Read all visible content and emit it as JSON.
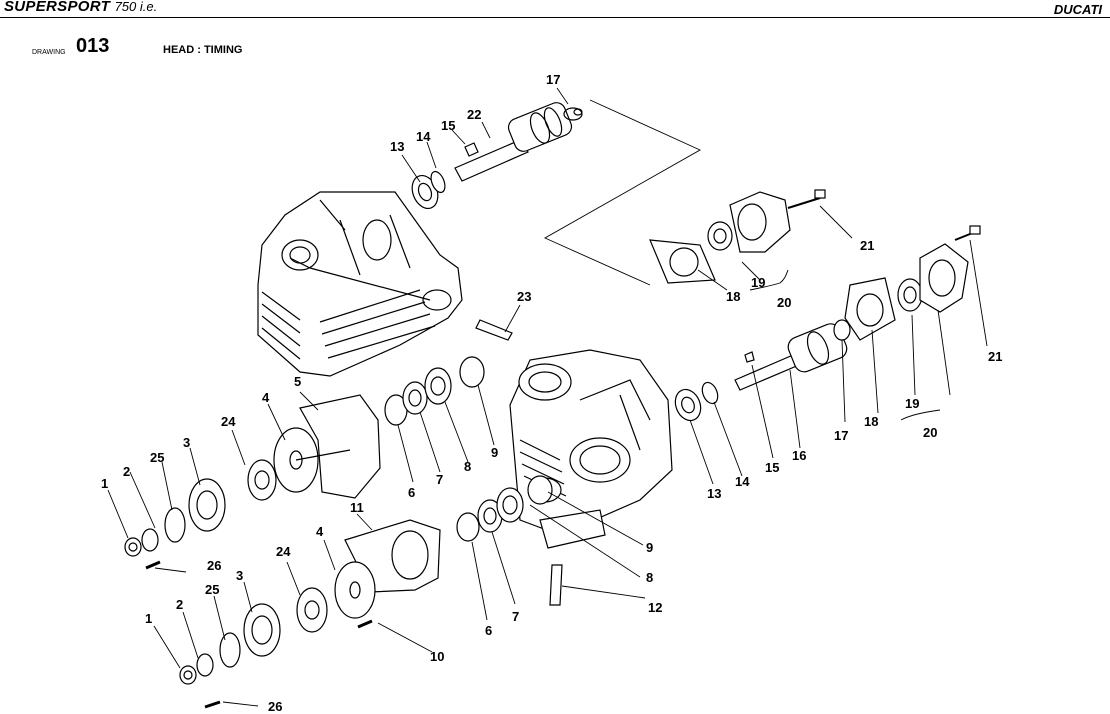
{
  "header": {
    "model": "SUPERSPORT",
    "model_suffix": "750 i.e.",
    "brand": "DUCATI",
    "drawing_label": "DRAWING",
    "drawing_number": "013",
    "title": "HEAD : TIMING"
  },
  "callouts": [
    "1",
    "2",
    "3",
    "4",
    "5",
    "6",
    "7",
    "8",
    "9",
    "10",
    "11",
    "12",
    "13",
    "14",
    "15",
    "16",
    "17",
    "18",
    "19",
    "20",
    "21",
    "22",
    "23",
    "24",
    "25",
    "26"
  ]
}
